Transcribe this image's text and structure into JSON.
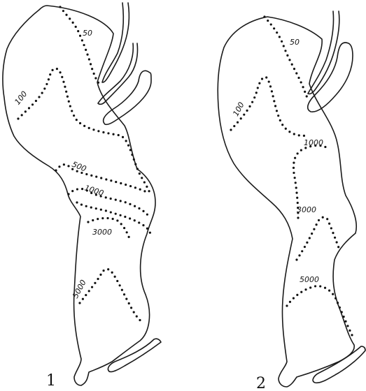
{
  "panels": [
    {
      "number": "1",
      "contour_labels": [
        "50",
        "100",
        "500",
        "1000",
        "3000",
        "5000"
      ]
    },
    {
      "number": "2",
      "contour_labels": [
        "50",
        "100",
        "1000",
        "3000",
        "5000"
      ]
    }
  ]
}
